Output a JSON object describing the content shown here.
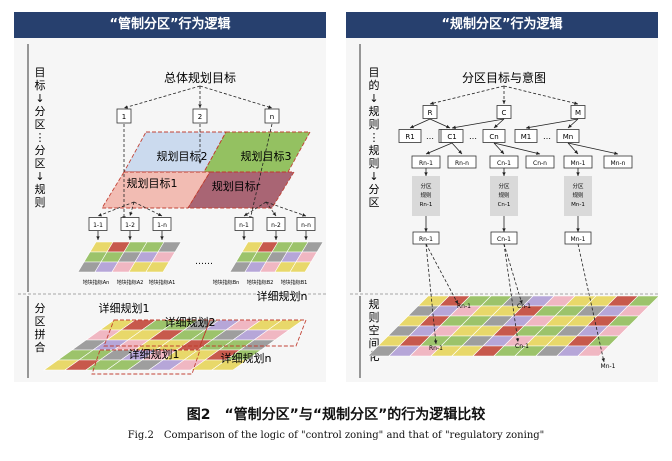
{
  "left": {
    "header": "“管制分区”行为逻辑",
    "side_label_top": [
      "目",
      "标",
      "↓",
      "分",
      "区",
      "⋮",
      "分",
      "区",
      "↓",
      "规",
      "则"
    ],
    "side_label_bottom": [
      "分",
      "区",
      "拼",
      "合"
    ],
    "root": "总体规划目标",
    "goal_nodes": [
      "1",
      "2",
      "n"
    ],
    "plans": [
      "规划目标2",
      "规划目标3",
      "规划目标1",
      "规划目标r"
    ],
    "rule_nodes_a": [
      "1-1",
      "1-2",
      "1-n"
    ],
    "rule_nodes_b": [
      "n-1",
      "n-2",
      "n-n"
    ],
    "grid_labels_a": [
      "地块指标An",
      "地块指标A2",
      "地块指标A1"
    ],
    "grid_labels_b": [
      "地块指标Bn",
      "地块指标B2",
      "地块指标B1"
    ],
    "dots": "……",
    "detail_plans": [
      "详细规划n",
      "详细规划1",
      "详细规划2",
      "详细规划1",
      "详细规划n"
    ]
  },
  "right": {
    "header": "“规制分区”行为逻辑",
    "side_label_top": [
      "目",
      "的",
      "↓",
      "规",
      "则",
      "⋮",
      "规",
      "则",
      "↓",
      "分",
      "区"
    ],
    "side_label_bottom": [
      "规",
      "则",
      "空",
      "间",
      "化"
    ],
    "root": "分区目标与意图",
    "goal_nodes": [
      "R",
      "C",
      "M"
    ],
    "sub_nodes": [
      "R1",
      "Rn",
      "C1",
      "Cn",
      "M1",
      "Mn"
    ],
    "dots": "…",
    "mid_nodes": [
      "Rn-1",
      "Rn-n",
      "Cn-1",
      "Cn-n",
      "Mn-1",
      "Mn-n"
    ],
    "rule_texts": [
      "分区\n规则\nRn-1",
      "分区\n规则\nCn-1",
      "分区\n规则\nMn-1"
    ],
    "lower_nodes": [
      "Rn-1",
      "Cn-1",
      "Mn-1"
    ],
    "grid_tags": [
      "Rn-1",
      "Cn-1",
      "Rn-1",
      "Cn-1",
      "Mn-1"
    ]
  },
  "caption": {
    "zh": "图2　“管制分区”与“规制分区”的行为逻辑比较",
    "en": "Fig.2　Comparison of the logic of \"control zoning\" and that of \"regulatory zoning\""
  },
  "colors": {
    "header_bg": "#27406e",
    "plan_red": "#f2b9b0",
    "plan_blue": "#c9d9ee",
    "plan_green": "#8fbf5a",
    "plan_maroon": "#a55e6e",
    "cell_yellow": "#e8d86a",
    "cell_green": "#9cc36b",
    "cell_pink": "#f0b7c2",
    "cell_red": "#c7594c",
    "cell_grey": "#9e9e9e",
    "cell_purple": "#b6a6d8",
    "rule_box": "#d9d9d9"
  }
}
